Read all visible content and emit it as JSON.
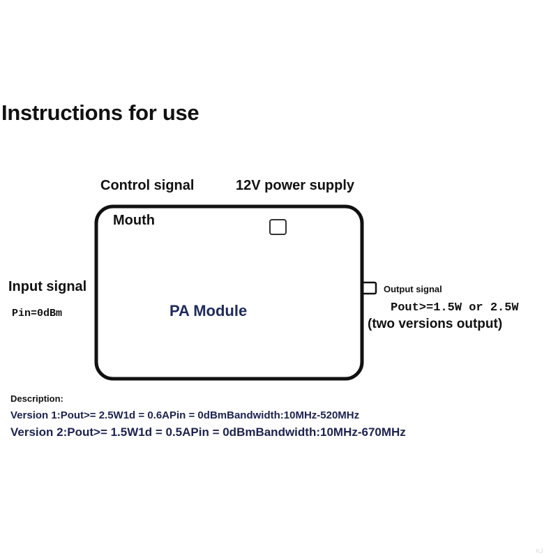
{
  "title": "Instructions for use",
  "labels": {
    "control_signal": "Control signal",
    "power_supply": "12V power supply",
    "mouth": "Mouth",
    "input_signal": "Input signal",
    "pin": "Pin=0dBm",
    "module": "PA Module",
    "output_signal": "Output signal",
    "pout": "Pout>=1.5W or 2.5W",
    "versions": "(two versions output)"
  },
  "description": {
    "heading": "Description:",
    "version1": "Version 1:Pout>= 2.5W1d = 0.6APin = 0dBmBandwidth:10MHz-520MHz",
    "version2": "Version 2:Pout>= 1.5W1d = 0.5APin = 0dBmBandwidth:10MHz-670MHz"
  },
  "corner_mark": "KJ"
}
